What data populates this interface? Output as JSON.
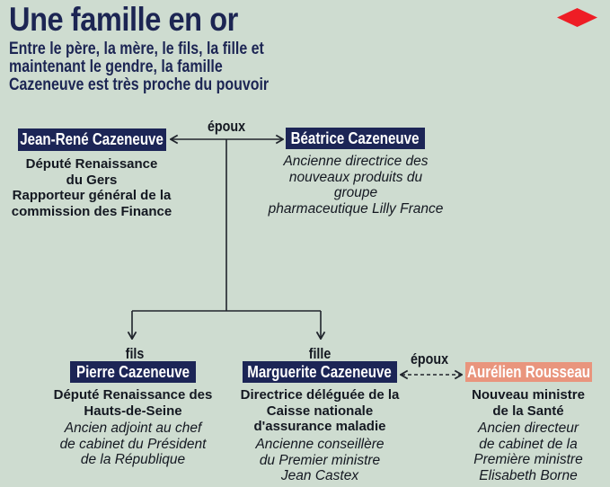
{
  "colors": {
    "background": "#cedcd0",
    "navy_box": "#1c2556",
    "salmon_box": "#e9957d",
    "accent_red": "#ee1d25",
    "text_dark": "#141821",
    "title_navy": "#1c2553",
    "line": "#20242c"
  },
  "header": {
    "title": "Une famille en or",
    "subtitle": "Entre le père, la mère, le fils, la fille et\nmaintenant le gendre, la famille\nCazeneuve est très proche du pouvoir",
    "logo_icon": "red-diamond"
  },
  "labels": {
    "spouses_top": "époux",
    "son": "fils",
    "daughter": "fille",
    "spouses_bottom": "époux"
  },
  "people": {
    "father": {
      "name": "Jean-René Cazeneuve",
      "role_primary": "Député Renaissance\ndu Gers",
      "role_secondary": "Rapporteur général de la\ncommission des Finance"
    },
    "mother": {
      "name": "Béatrice Cazeneuve",
      "former_role": "Ancienne directrice des\nnouveaux produits du groupe\npharmaceutique Lilly France"
    },
    "son": {
      "name": "Pierre Cazeneuve",
      "role_primary": "Député Renaissance des\nHauts-de-Seine",
      "former_role": "Ancien adjoint au chef\nde cabinet du Président\nde la République"
    },
    "daughter": {
      "name": "Marguerite Cazeneuve",
      "role_primary": "Directrice déléguée de la\nCaisse nationale\nd'assurance maladie",
      "former_role": "Ancienne conseillère\ndu Premier ministre\nJean Castex"
    },
    "son_in_law": {
      "name": "Aurélien Rousseau",
      "role_primary": "Nouveau ministre\nde la Santé",
      "former_role": "Ancien directeur\nde cabinet de la\nPremière ministre\nElisabeth Borne"
    }
  }
}
